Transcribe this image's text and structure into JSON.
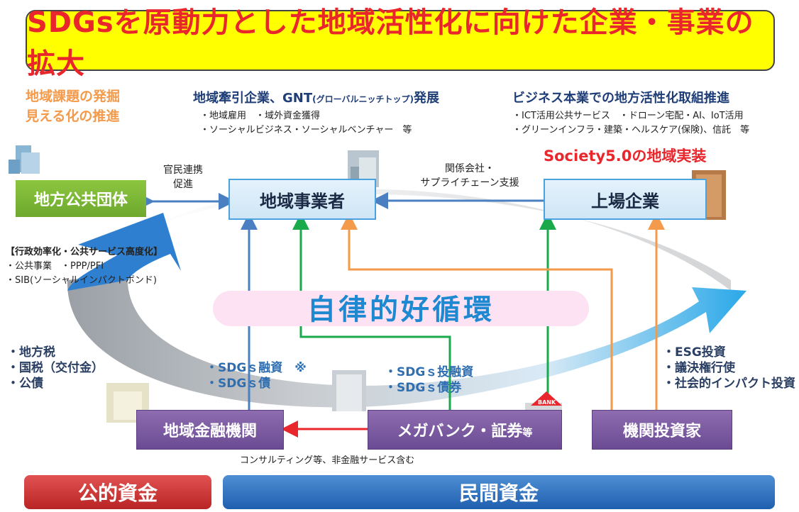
{
  "title": "SDGsを原動力とした地域活性化に向けた企業・事業の拡大",
  "top_left": {
    "line1": "地域課題の発掘",
    "line2": "見える化の推進"
  },
  "top_center": {
    "heading_main": "地域牽引企業、GNT",
    "heading_small": "(グローバルニッチトップ)",
    "heading_end": "発展",
    "bullet1": "・地域雇用　・域外資金獲得",
    "bullet2": "・ソーシャルビジネス・ソーシャルベンチャー　等"
  },
  "top_right": {
    "heading": "ビジネス本業での地方活性化取組推進",
    "bullet1": "・ICT活用公共サービス　・ドローン宅配・AI、IoT活用",
    "bullet2": "・グリーンインフラ・建築・ヘルスケア(保険)、信託　等",
    "society": "Society5.0の地域実装"
  },
  "nodes": {
    "local_gov": "地方公共団体",
    "local_biz": "地域事業者",
    "listed": "上場企業",
    "regional_fin": "地域金融機関",
    "megabank_main": "メガバンク・証券",
    "megabank_suffix": "等",
    "investors": "機関投資家"
  },
  "labels": {
    "public_private_1": "官民連携",
    "public_private_2": "促進",
    "affiliates_1": "関係会社・",
    "affiliates_2": "サプライチェーン支援",
    "admin_heading": "【行政効率化・公共サービス高度化】",
    "admin_1": "・公共事業　・PPP/PFI",
    "admin_2": "・SIB(ソーシャルインパクトボンド)",
    "cycle": "自律的好循環",
    "tax_1": "・地方税",
    "tax_2": "・国税（交付金）",
    "tax_3": "・公債",
    "sdg_loan_1": "・SDGｓ融資　※",
    "sdg_loan_2": "・SDGｓ債",
    "sdg_invest_1": "・SDGｓ投融資",
    "sdg_invest_2": "・SDGｓ債券",
    "esg_1": "・ESG投資",
    "esg_2": "・議決権行使",
    "esg_3": "・社会的インパクト投資",
    "consulting": "コンサルティング等、非金融サービス含む",
    "bank_sign": "BANK"
  },
  "footer": {
    "public": "公的資金",
    "private": "民間資金"
  }
}
